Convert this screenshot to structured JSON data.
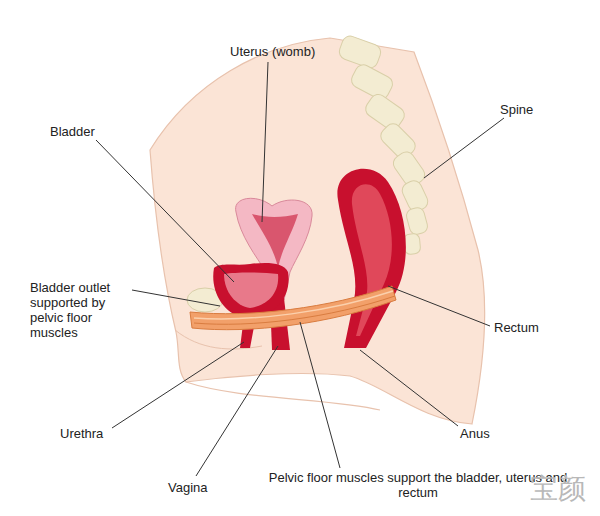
{
  "diagram": {
    "labels": [
      "Uterus (womb)",
      "Spine",
      "Bladder",
      "Bladder outlet supported by pelvic floor muscles",
      "Rectum",
      "Urethra",
      "Anus",
      "Vagina",
      "Pelvic floor muscles support the bladder, uterus and rectum",
      "宝颜"
    ]
  }
}
